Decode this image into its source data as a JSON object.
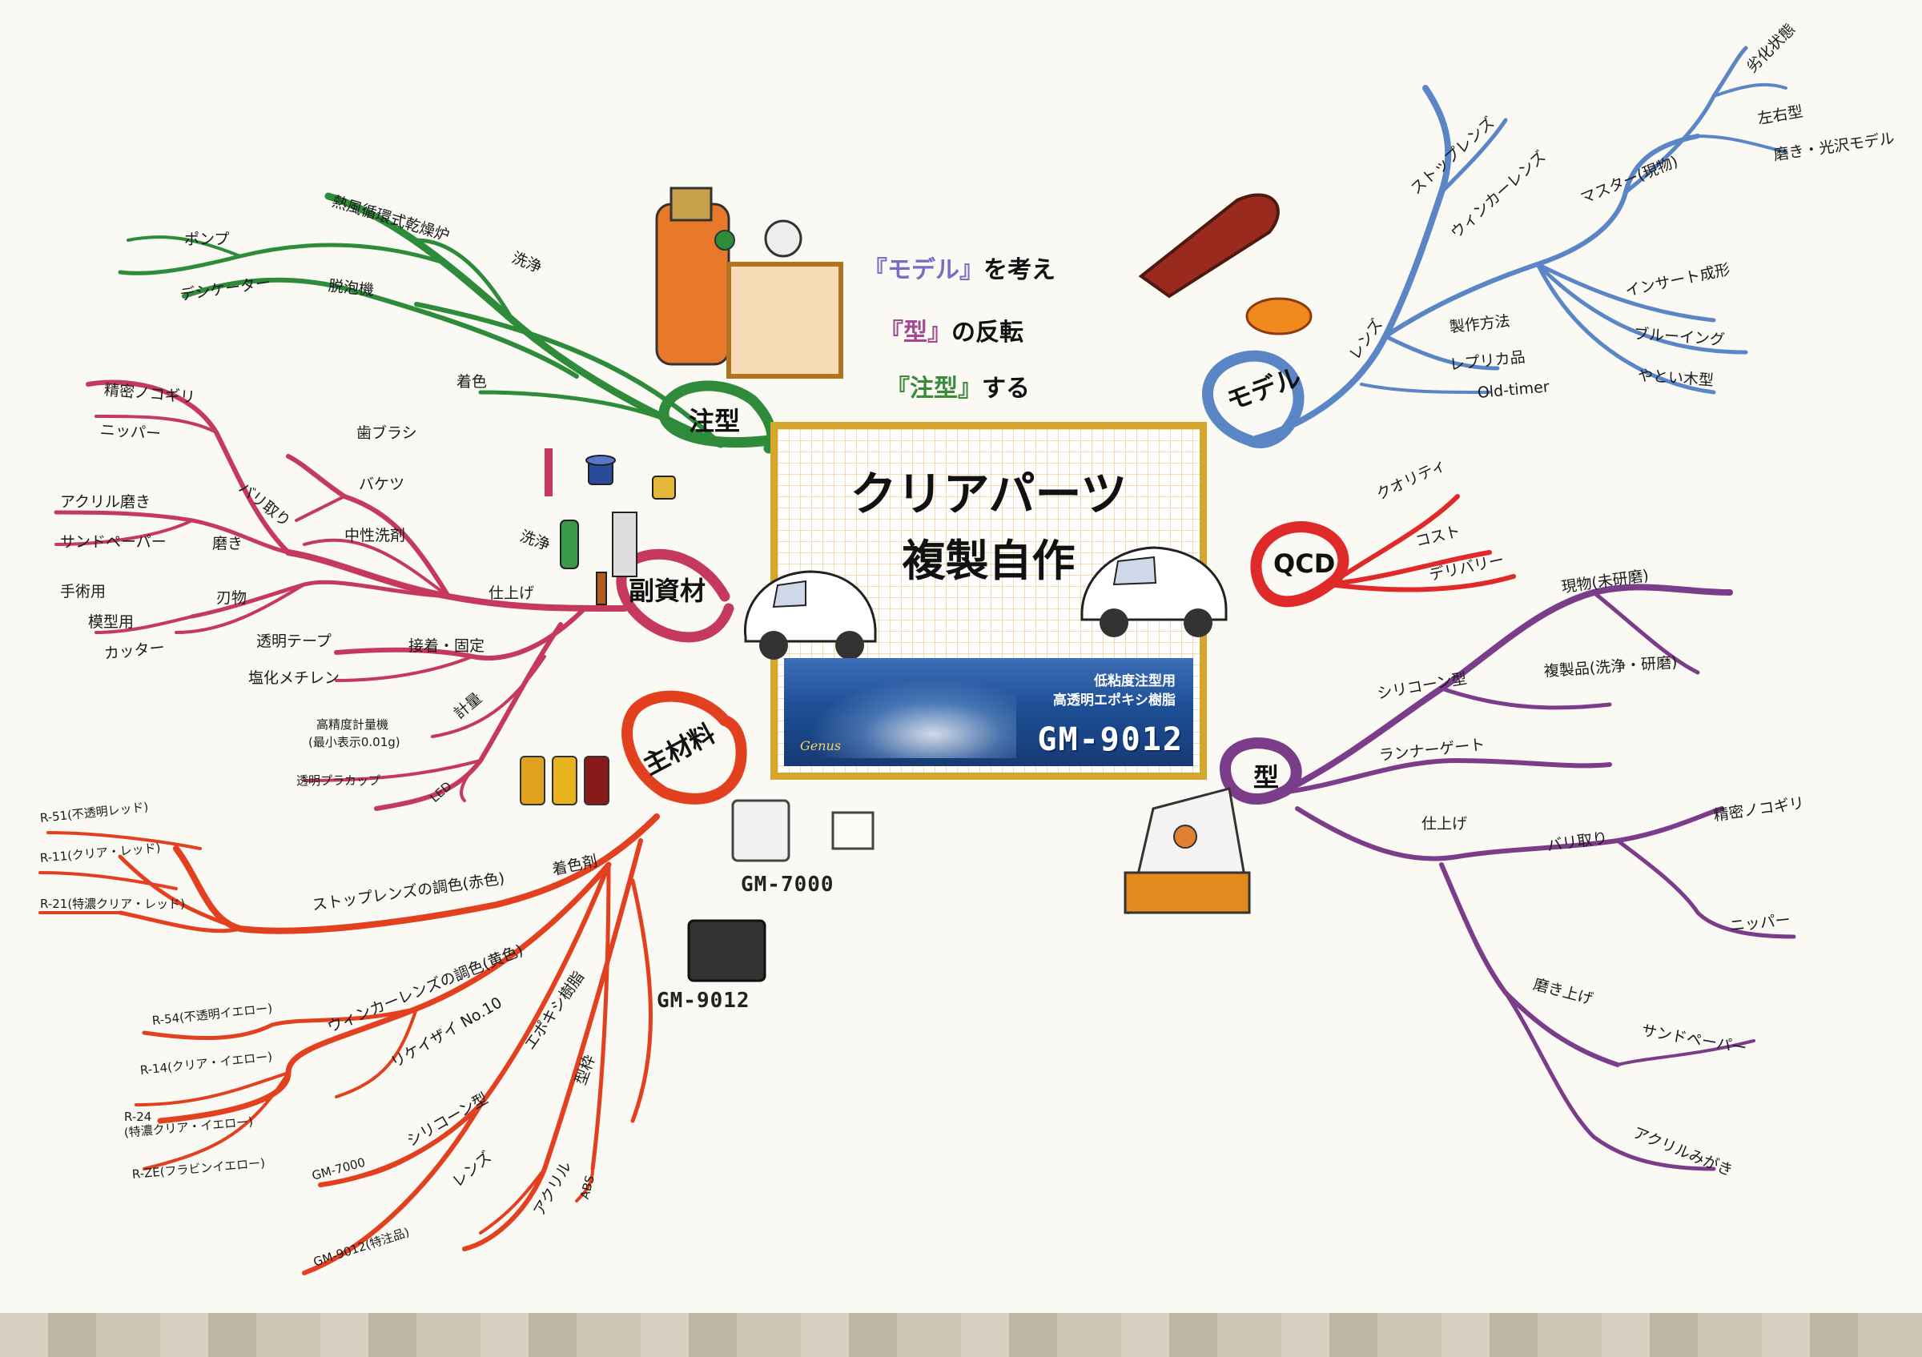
{
  "central": {
    "title": "クリアパーツ",
    "subtitle": "複製自作",
    "product_line1": "低粘度注型用",
    "product_line2": "高透明エポキシ樹脂",
    "product_name": "GM-9012",
    "brand": "Genus"
  },
  "slogans": [
    {
      "key": "『モデル』",
      "rest": "を考え"
    },
    {
      "key": "『型』",
      "rest": "の反転"
    },
    {
      "key": "『注型』",
      "rest": "する"
    }
  ],
  "product_tags": [
    "GM-7000",
    "GM-9012"
  ],
  "branches": {
    "chugata": {
      "name": "注型",
      "color": "#2e8b3a",
      "labels": [
        "熱風循環式乾燥炉",
        "洗浄",
        "ポンプ",
        "デシケーター",
        "脱泡機",
        "着色"
      ]
    },
    "fukushizai": {
      "name": "副資材",
      "color": "#c5395e",
      "labels": [
        "精密ノコギリ",
        "ニッパー",
        "バリ取り",
        "アクリル磨き",
        "サンドペーパー",
        "磨き",
        "手術用",
        "模型用",
        "カッター",
        "刃物",
        "歯ブラシ",
        "バケツ",
        "中性洗剤",
        "洗浄",
        "仕上げ",
        "透明テープ",
        "塩化メチレン",
        "接着・固定",
        "高精度計量機",
        "(最小表示0.01g)",
        "計量",
        "透明プラカップ",
        "LED"
      ]
    },
    "shuzairyo": {
      "name": "主材料",
      "color": "#e2401e",
      "labels": [
        "R-51(不透明レッド)",
        "R-11(クリア・レッド)",
        "R-21(特濃クリア・レッド)",
        "ストップレンズの調色(赤色)",
        "着色剤",
        "R-54(不透明イエロー)",
        "R-14(クリア・イエロー)",
        "R-24",
        "(特濃クリア・イエロー)",
        "R-ZE(フラビンイエロー)",
        "ウィンカーレンズの調色(黄色)",
        "リケイザイ No.10",
        "エポキシ樹脂",
        "型枠",
        "シリコーン型",
        "GM-7000",
        "レンズ",
        "アクリル",
        "ABS",
        "GM-9012(特注品)"
      ]
    },
    "model": {
      "name": "モデル",
      "color": "#5a86c6",
      "labels": [
        "劣化状態",
        "左右型",
        "磨き・光沢モデル",
        "ストップレンズ",
        "ウィンカーレンズ",
        "マスター(現物)",
        "レンズ",
        "製作方法",
        "インサート成形",
        "ブルーイング",
        "やとい木型",
        "レプリカ品",
        "Old-timer"
      ]
    },
    "qcd": {
      "name": "QCD",
      "color": "#e02a2a",
      "labels": [
        "クオリティ",
        "コスト",
        "デリバリー"
      ]
    },
    "kata": {
      "name": "型",
      "color": "#7b3c8a",
      "labels": [
        "現物(未研磨)",
        "複製品(洗浄・研磨)",
        "シリコーン型",
        "ランナーゲート",
        "仕上げ",
        "バリ取り",
        "精密ノコギリ",
        "ニッパー",
        "磨き上げ",
        "サンドペーパー",
        "アクリルみがき"
      ]
    }
  }
}
